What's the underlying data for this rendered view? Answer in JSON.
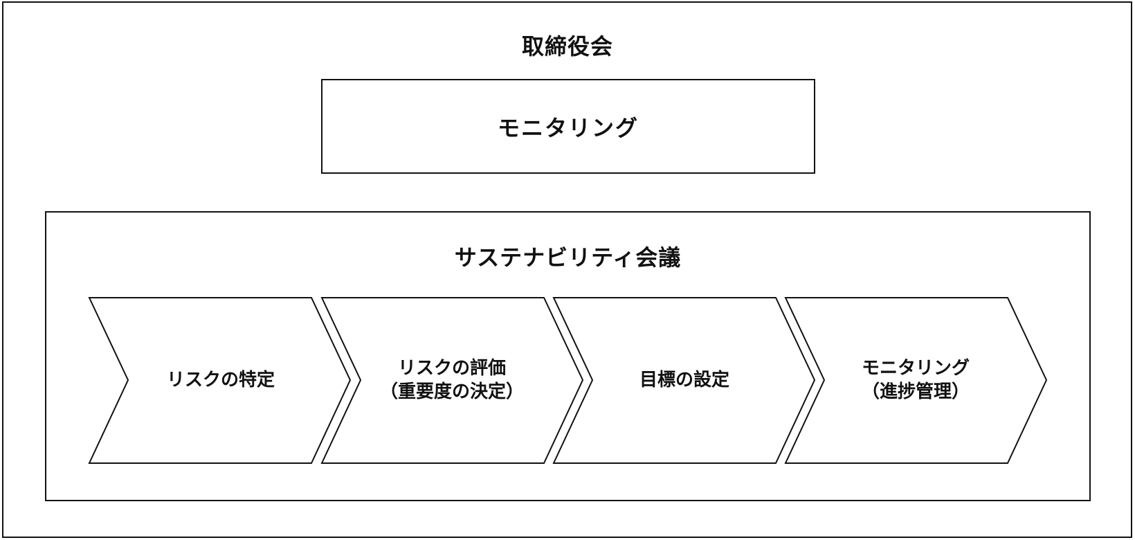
{
  "board": {
    "title": "取締役会",
    "monitoring_label": "モニタリング"
  },
  "council": {
    "title": "サステナビリティ会議",
    "steps": [
      {
        "label": "リスクの特定"
      },
      {
        "label": "リスクの評価\n（重要度の決定）"
      },
      {
        "label": "目標の設定"
      },
      {
        "label": "モニタリング\n（進捗管理）"
      }
    ]
  }
}
